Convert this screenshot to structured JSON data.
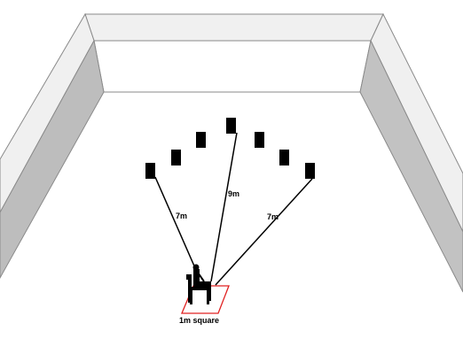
{
  "labels": {
    "left_distance": "7m",
    "center_distance": "9m",
    "right_distance": "7m",
    "area": "1m square"
  },
  "colors": {
    "wall_top": "#f0f0f0",
    "wall_inner_left": "#bdbdbd",
    "wall_inner_right": "#c2c2c2",
    "wall_inner_back": "#ffffff",
    "wall_edge": "#8a8a8a",
    "floor": "#ffffff",
    "speaker": "#000000",
    "line": "#000000",
    "square": "#e02020"
  },
  "speaker_count": 7
}
